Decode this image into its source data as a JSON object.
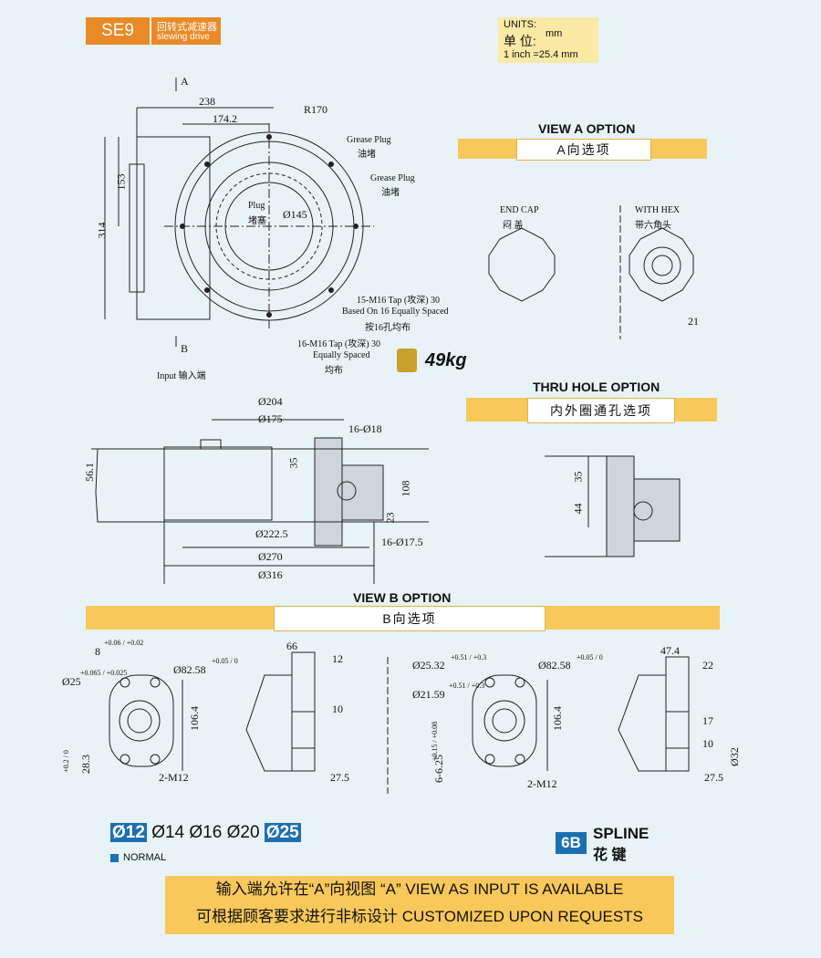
{
  "header": {
    "model": "SE9",
    "name_cn": "回转式减速器",
    "name_en": "slewing drive"
  },
  "units": {
    "label_en": "UNITS:",
    "label_cn": "单 位:",
    "unit": "mm",
    "conversion": "1 inch =25.4 mm"
  },
  "main_view": {
    "arrow_a": "A",
    "arrow_b": "B",
    "input_label": "Input  输入端",
    "dims": {
      "d238": "238",
      "d174": "174.2",
      "r170": "R170",
      "d153": "153",
      "d314": "314",
      "d145": "Ø145"
    },
    "grease1_en": "Grease Plug",
    "grease1_cn": "油堵",
    "grease2_en": "Grease Plug",
    "grease2_cn": "油堵",
    "plug_en": "Plug",
    "plug_cn": "堵塞",
    "tap15_l1": "15-M16 Tap (攻深) 30",
    "tap15_l2": "Based On 16 Equally Spaced",
    "tap15_l3": "按16孔均布",
    "tap16_l1": "16-M16 Tap (攻深) 30",
    "tap16_l2": "Equally Spaced",
    "tap16_l3": "均布",
    "weight": "49kg"
  },
  "view_a": {
    "title": "VIEW A OPTION",
    "label": "A向选项",
    "endcap_en": "END CAP",
    "endcap_cn": "闷 盖",
    "hex_en": "WITH HEX",
    "hex_cn": "带六角头",
    "hex_dim": "21"
  },
  "section": {
    "d204": "Ø204",
    "d175": "Ø175",
    "holes18": "16-Ø18",
    "d56": "56.1",
    "d35": "35",
    "d108": "108",
    "d23": "23",
    "d222": "Ø222.5",
    "holes175": "16-Ø17.5",
    "d270": "Ø270",
    "d316": "Ø316"
  },
  "thru": {
    "title": "THRU HOLE OPTION",
    "label": "内外圈通孔选项",
    "d35": "35",
    "d44": "44"
  },
  "view_b": {
    "title": "VIEW B OPTION",
    "label": "B向选项",
    "left": {
      "key_w": "8",
      "key_tol": "+0.06 / +0.02",
      "shaft": "Ø25",
      "shaft_tol": "+0.065 / +0.025",
      "pcd": "Ø82.58",
      "pcd_tol": "+0.05 / 0",
      "h": "28.3",
      "h_tol": "+0.2 / 0",
      "v106": "106.4",
      "m12": "2-M12"
    },
    "side1": {
      "d66": "66",
      "d12": "12",
      "d10": "10",
      "d27": "27.5"
    },
    "right": {
      "spl1": "Ø25.32",
      "spl1_tol": "+0.51 / +0.3",
      "spl2": "Ø21.59",
      "spl2_tol": "+0.51 / +0.3",
      "pcd": "Ø82.58",
      "pcd_tol": "+0.05 / 0",
      "v106": "106.4",
      "key": "6-6.25",
      "key_tol": "+0.15 / +0.08",
      "m12": "2-M12"
    },
    "side2": {
      "d47": "47.4",
      "d22": "22",
      "d17": "17",
      "d10": "10",
      "d32": "Ø32",
      "d27": "27.5"
    }
  },
  "shafts": {
    "options": [
      "Ø12",
      "Ø14",
      "Ø16",
      "Ø20",
      "Ø25"
    ],
    "normal": "NORMAL"
  },
  "spline": {
    "code": "6B",
    "en": "SPLINE",
    "cn": "花 键"
  },
  "footer": {
    "line1": "输入端允许在“A”向视图 “A” VIEW AS INPUT IS AVAILABLE",
    "line2": "可根据顾客要求进行非标设计 CUSTOMIZED UPON REQUESTS"
  },
  "colors": {
    "orange": "#e98a28",
    "yellow": "#f8c85a",
    "blue": "#1c6fb0",
    "bg": "#e8f3f8"
  }
}
